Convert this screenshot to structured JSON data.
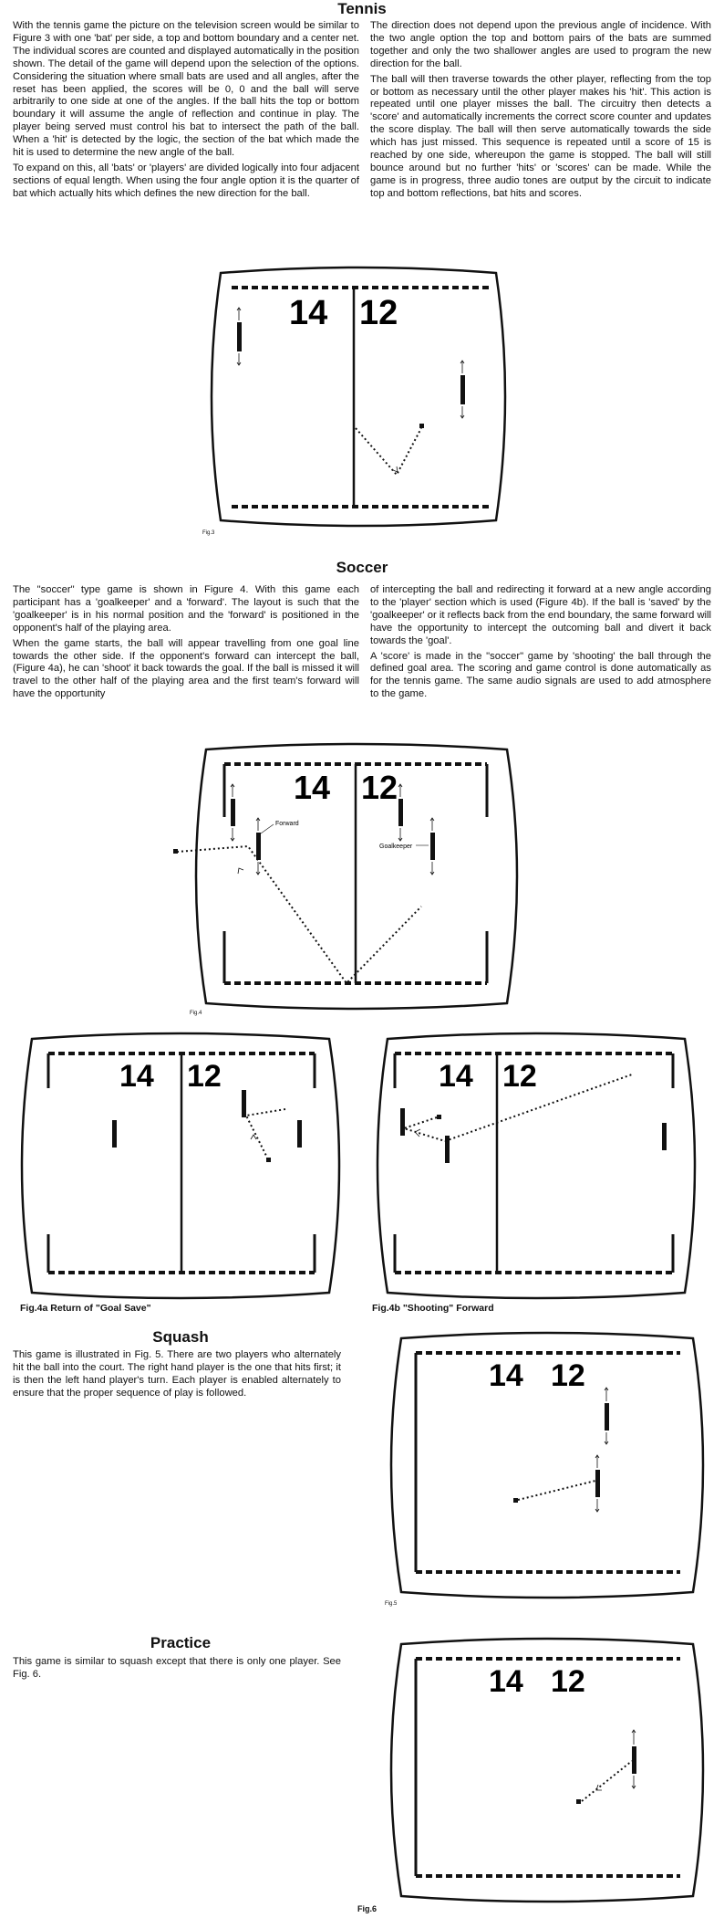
{
  "tennis": {
    "heading": "Tennis",
    "left": [
      "With the tennis game the picture on the television screen would be similar to Figure 3 with one 'bat' per side, a top and bottom boundary and a center net. The individual scores are counted and displayed automatically in the position shown. The detail of the game will depend upon the selection of the options. Considering the situation where small bats are used and all angles, after the reset has been applied, the scores will be 0, 0 and the ball will serve arbitrarily to one side at one of the angles. If the ball hits the top or bottom boundary it will assume the angle of reflection and continue in play. The player being served must control his bat to intersect the path of the ball. When a 'hit' is detected by the logic, the section of the bat which made the hit is used to determine the new angle of the ball.",
      "To expand on this, all 'bats' or 'players' are divided logically into four adjacent sections of equal length. When using the four angle option it is the quarter of bat which actually hits which defines the new direction for the ball."
    ],
    "right": [
      "The direction does not depend upon the previous angle of incidence. With the two angle option the top and bottom pairs of the bats are summed together and only the two shallower angles are used to program the new direction for the ball.",
      "The ball will then traverse towards the other player, reflecting from the top or bottom as necessary until the other player makes his 'hit'. This action is repeated until one player misses the ball. The circuitry then detects a 'score' and automatically increments the correct score counter and updates the score display. The ball will then serve automatically towards the side which has just missed. This sequence is repeated until a score of 15 is reached by one side, whereupon the game is stopped. The ball will still bounce around but no further 'hits' or 'scores' can be made. While the game is in progress, three audio tones are output by the circuit to indicate top and bottom reflections, bat hits and scores."
    ],
    "fig": "Fig.3"
  },
  "soccer": {
    "heading": "Soccer",
    "left": [
      "The \"soccer\" type game is shown in Figure 4. With this game each participant has a 'goalkeeper' and a 'forward'. The layout is such that the 'goalkeeper' is in his normal position and the 'forward' is positioned in the opponent's half of the playing area.",
      "When the game starts, the ball will appear travelling from one goal line towards the other side. If the opponent's forward can intercept the ball, (Figure 4a), he can 'shoot' it back towards the goal. If the ball is missed it will travel to the other half of the playing area and the first team's forward will have the opportunity"
    ],
    "right": [
      "of intercepting the ball and redirecting it forward at a new angle according to the 'player' section which is used (Figure 4b). If the ball is 'saved' by the 'goalkeeper' or it reflects back from the end boundary, the same forward will have the opportunity to intercept the outcoming ball and divert it back towards the 'goal'.",
      "A 'score' is made in the \"soccer\" game by 'shooting' the ball through the defined goal area. The scoring and game control is done automatically as for the tennis game. The same audio signals are used to add atmosphere to the game."
    ],
    "fig": "Fig.4",
    "forward_label": "Forward",
    "goalkeeper_label": "Goalkeeper",
    "fig4a": "Fig.4a  Return of \"Goal Save\"",
    "fig4b": "Fig.4b  \"Shooting\" Forward"
  },
  "squash": {
    "heading": "Squash",
    "text": "This game is illustrated in Fig. 5. There are two players who alternately hit the ball into the court. The right hand player is the one that hits first; it is then the left hand player's turn. Each player is enabled alternately to ensure that the proper sequence of play is followed.",
    "fig": "Fig.5"
  },
  "practice": {
    "heading": "Practice",
    "text": "This game is similar to squash except that there is only one player. See Fig. 6.",
    "fig": "Fig.6"
  },
  "score": {
    "left": "14",
    "right": "12"
  }
}
